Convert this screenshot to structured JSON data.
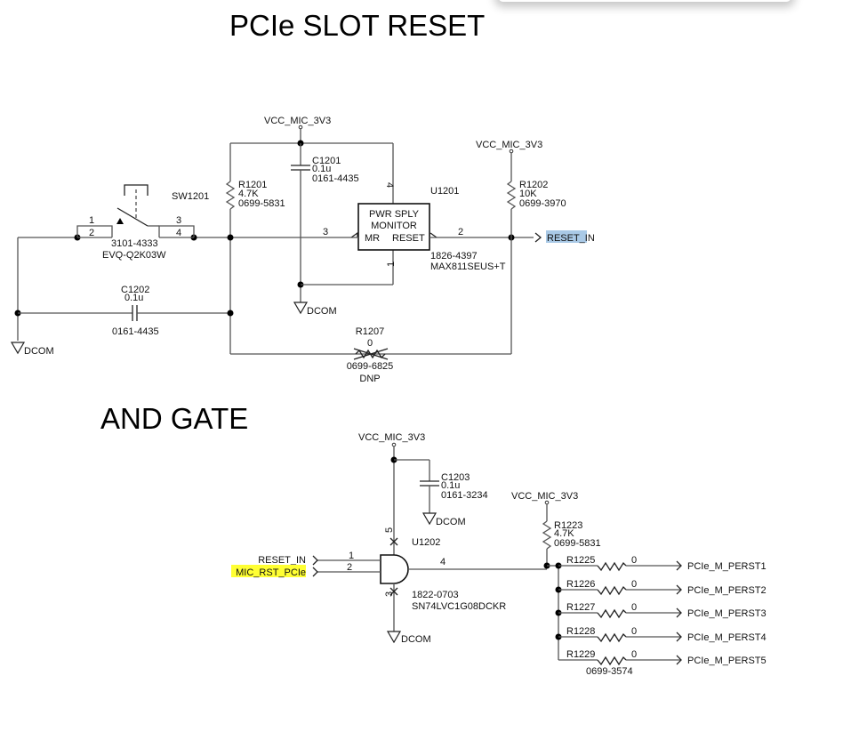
{
  "sections": {
    "slot_reset_title": "PCIe SLOT RESET",
    "and_gate_title": "AND GATE"
  },
  "power": {
    "vcc": "VCC_MIC_3V3",
    "gnd": "DCOM"
  },
  "reset_circuit": {
    "sw1201": {
      "ref": "SW1201",
      "pn": "3101-4333",
      "value": "EVQ-Q2K03W",
      "pins": [
        "1",
        "2",
        "3",
        "4"
      ]
    },
    "r1201": {
      "ref": "R1201",
      "value": "4.7K",
      "pn": "0699-5831"
    },
    "c1201": {
      "ref": "C1201",
      "value": "0.1u",
      "pn": "0161-4435"
    },
    "c1202": {
      "ref": "C1202",
      "value": "0.1u",
      "pn": "0161-4435"
    },
    "u1201": {
      "ref": "U1201",
      "label_line1": "PWR SPLY",
      "label_line2": "MONITOR",
      "pin_mr": "MR",
      "pin_reset": "RESET",
      "pn": "1826-4397",
      "value": "MAX811SEUS+T",
      "pin_nums": {
        "vcc": "4",
        "mr": "3",
        "reset": "2",
        "gnd": "1"
      }
    },
    "r1202": {
      "ref": "R1202",
      "value": "10K",
      "pn": "0699-3970"
    },
    "r1207": {
      "ref": "R1207",
      "value": "0",
      "pn": "0699-6825",
      "note": "DNP"
    },
    "net_out": "RESET_IN",
    "net_out_highlight": "#a9c9e6"
  },
  "and_gate": {
    "c1203": {
      "ref": "C1203",
      "value": "0.1u",
      "pn": "0161-3234"
    },
    "u1202": {
      "ref": "U1202",
      "pn": "1822-0703",
      "value": "SN74LVC1G08DCKR",
      "pin_nums": {
        "in1": "1",
        "in2": "2",
        "gnd": "3",
        "out": "4",
        "vcc": "5"
      }
    },
    "inputs": [
      {
        "net": "RESET_IN",
        "highlight": null
      },
      {
        "net": "MIC_RST_PCIe",
        "highlight": "#ffff33"
      }
    ],
    "r1223": {
      "ref": "R1223",
      "value": "4.7K",
      "pn": "0699-5831"
    },
    "series_resistors": [
      {
        "ref": "R1225",
        "value": "0",
        "net": "PCIe_M_PERST1"
      },
      {
        "ref": "R1226",
        "value": "0",
        "net": "PCIe_M_PERST2"
      },
      {
        "ref": "R1227",
        "value": "0",
        "net": "PCIe_M_PERST3"
      },
      {
        "ref": "R1228",
        "value": "0",
        "net": "PCIe_M_PERST4"
      },
      {
        "ref": "R1229",
        "value": "0",
        "net": "PCIe_M_PERST5"
      }
    ],
    "series_pn": "0699-3574"
  }
}
